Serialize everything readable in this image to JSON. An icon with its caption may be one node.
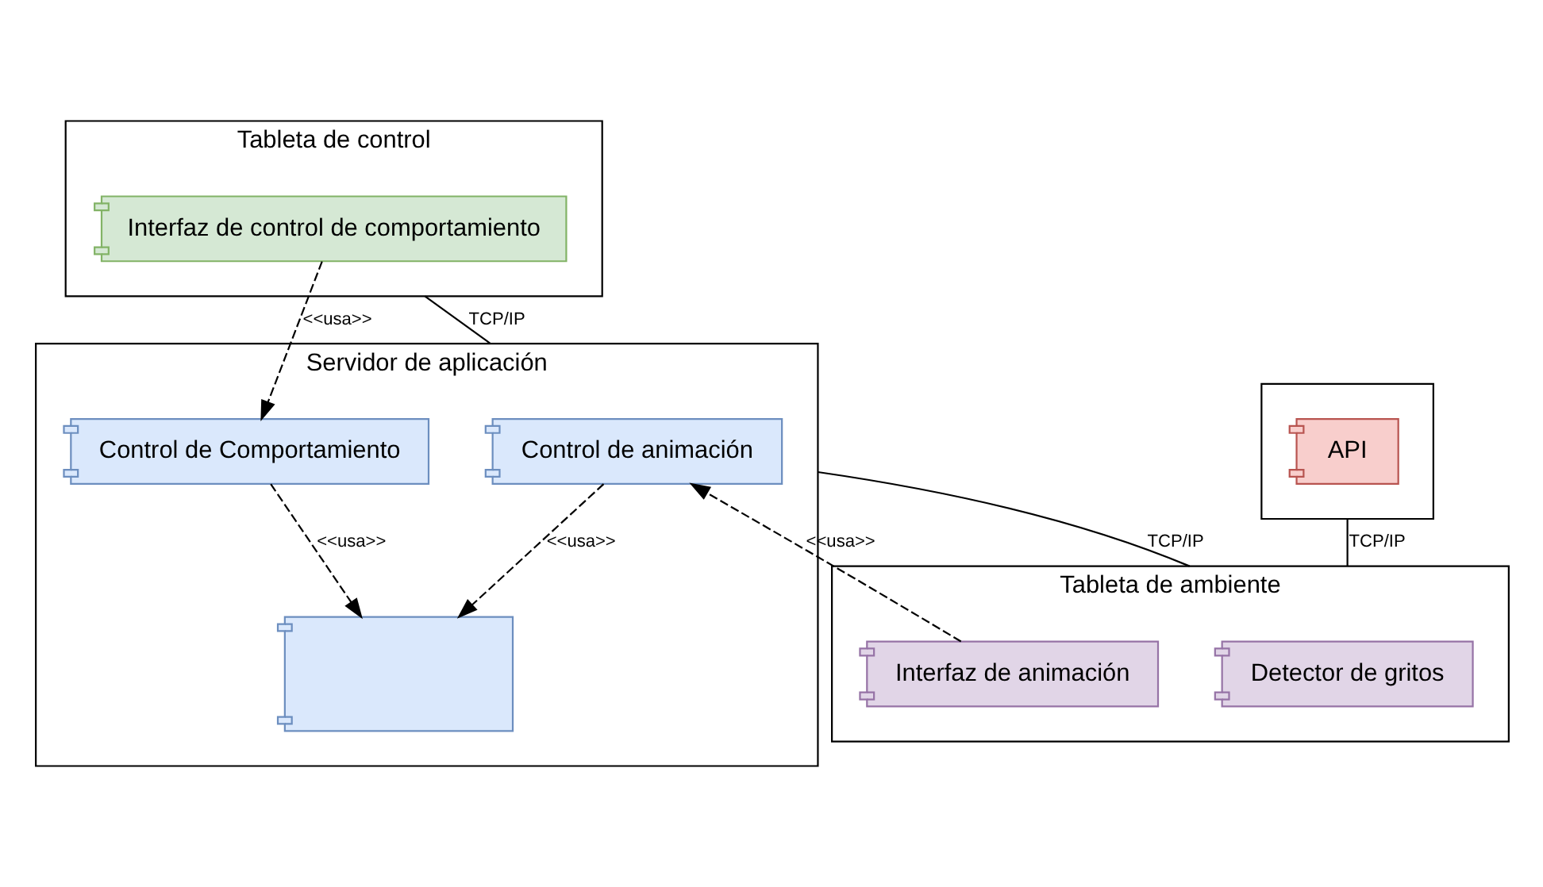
{
  "diagram": {
    "nodes": [
      {
        "text": [
          "Tableta de control"
        ]
      },
      {
        "text": [
          "Interfaz de control de comportamiento"
        ],
        "in": 0
      },
      {
        "text": [
          "Servidor de aplicación"
        ]
      },
      {
        "text": [
          "Control de Comportamiento"
        ],
        "in": 2
      },
      {
        "text": [],
        "shape": "box",
        "in": 2
      },
      {
        "text": [
          "Control de animación"
        ],
        "in": 2
      },
      {
        "text": [],
        "shape": "box"
      },
      {
        "text": [
          "API"
        ],
        "in": 6
      },
      {
        "text": [
          "Tableta de ambiente"
        ]
      },
      {
        "text": [
          "Interfaz de animación"
        ],
        "in": 8
      },
      {
        "text": [
          "Detector de gritos"
        ],
        "in": 8
      }
    ],
    "edges": [
      {
        "from": 1,
        "to": 3,
        "arrow": "to",
        "style": "dashed",
        "label": "<<usa>>"
      },
      {
        "from": 3,
        "to": 4,
        "arrow": "to",
        "style": "dashed",
        "label": "<<usa>>"
      },
      {
        "from": 5,
        "to": 4,
        "arrow": "to",
        "style": "dashed",
        "label": "<<usa>>"
      },
      {
        "from": 9,
        "to": 5,
        "arrow": "to",
        "style": "dashed",
        "label": "<<usa>>"
      },
      {
        "from": 0,
        "to": 2,
        "arrow": "none",
        "label": "TCP/IP"
      },
      {
        "from": 6,
        "to": 8,
        "arrow": "none",
        "label": "TCP/IP"
      },
      {
        "from": 2,
        "to": 8,
        "arrow": "none",
        "label": "TCP/IP"
      }
    ]
  }
}
